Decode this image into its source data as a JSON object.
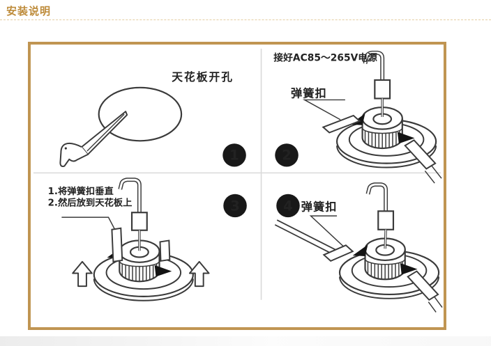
{
  "header": {
    "title": "安装说明"
  },
  "steps": {
    "one": {
      "number": "1",
      "caption": "天花板开孔"
    },
    "two": {
      "number": "2",
      "power_label": "接好AC85～265V电源",
      "clip_label": "弹簧扣"
    },
    "three": {
      "number": "3",
      "instruction_line1": "1.将弹簧扣垂直",
      "instruction_line2": "2.然后放到天花板上"
    },
    "four": {
      "number": "4",
      "clip_label": "弹簧扣"
    }
  },
  "colors": {
    "accent_gold": "#BE8C3B",
    "frame_border": "#C09552",
    "dashed_rule": "#E4CDA1",
    "line_art": "#3A3A3A",
    "divider": "#D9D9D9",
    "badge_fill": "#181818",
    "badge_text": "#FFFFFF"
  }
}
